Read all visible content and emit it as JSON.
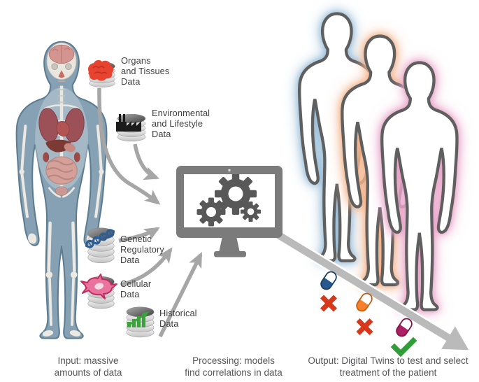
{
  "sections": {
    "input": {
      "caption_line1": "Input: massive",
      "caption_line2": "amounts of data"
    },
    "processing": {
      "caption_line1": "Processing: models",
      "caption_line2": "find correlations in data"
    },
    "output": {
      "caption_line1": "Output: Digital Twins to test and select",
      "caption_line2": "treatment of the patient"
    }
  },
  "databases": [
    {
      "name": "organs-tissues",
      "icon": "brain-icon",
      "icon_color": "#e8432e",
      "lines": [
        "Organs",
        "and Tissues",
        "Data"
      ]
    },
    {
      "name": "environmental-lifestyle",
      "icon": "factory-icon",
      "icon_color": "#1b1b1b",
      "lines": [
        "Environmental",
        "and Lifestyle",
        "Data"
      ]
    },
    {
      "name": "genetic-regulatory",
      "icon": "dna-icon",
      "icon_color": "#2d5e94",
      "lines": [
        "Genetic",
        "Regulatory",
        "Data"
      ]
    },
    {
      "name": "cellular",
      "icon": "cell-icon",
      "icon_color": "#c22b60",
      "lines": [
        "Cellular",
        "Data"
      ]
    },
    {
      "name": "historical",
      "icon": "bar-chart-icon",
      "icon_color": "#3aa33a",
      "lines": [
        "Historical",
        "Data"
      ]
    }
  ],
  "processing_unit": {
    "icon": "gears-icon",
    "device": "computer-monitor"
  },
  "digital_twins": [
    {
      "glow_color": "#9cc0da"
    },
    {
      "glow_color": "#f3b48b"
    },
    {
      "glow_color": "#e9a6cb"
    }
  ],
  "treatments": [
    {
      "pill_color": "#28598f",
      "pill_outline": "#1d4066",
      "result": "rejected",
      "mark": "x",
      "mark_color": "#d6381c"
    },
    {
      "pill_color": "#f5822b",
      "pill_outline": "#c05f12",
      "result": "rejected",
      "mark": "x",
      "mark_color": "#d6381c"
    },
    {
      "pill_color": "#ad1f63",
      "pill_outline": "#7e1446",
      "result": "selected",
      "mark": "check",
      "mark_color": "#2f9e37"
    }
  ]
}
